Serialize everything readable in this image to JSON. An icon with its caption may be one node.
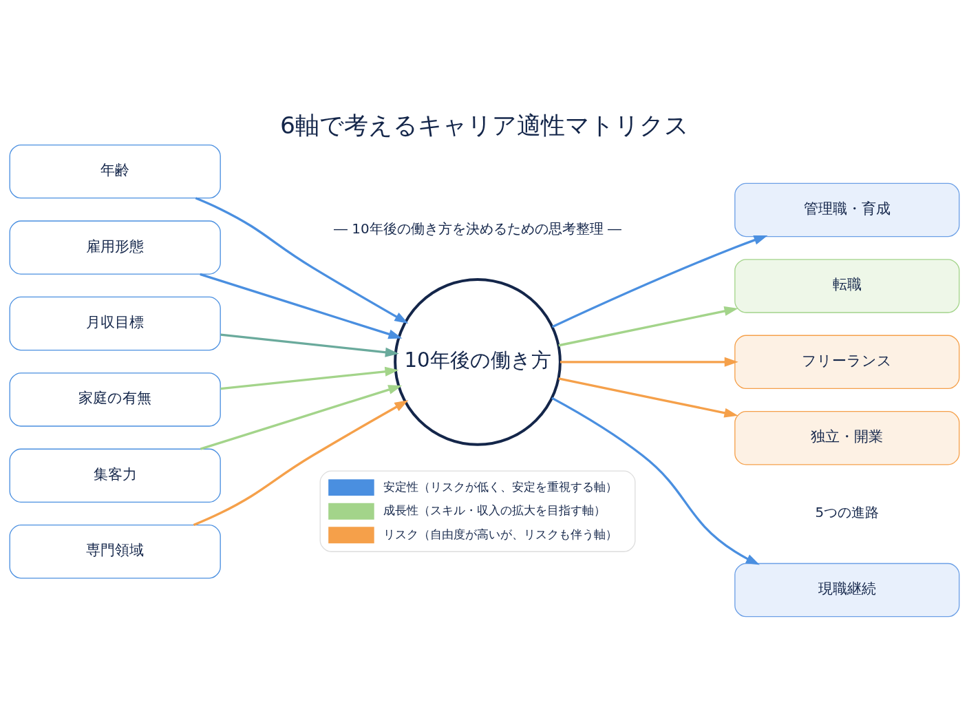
{
  "diagram": {
    "title": "6軸で考えるキャリア適性マトリクス",
    "nodes": [
      {
        "text": [
          "年齢"
        ]
      },
      {
        "text": [
          "雇用形態"
        ]
      },
      {
        "text": [
          "月収目標"
        ]
      },
      {
        "text": [
          "家庭の有無"
        ]
      },
      {
        "text": [
          "集客力"
        ]
      },
      {
        "text": [
          "専門領域"
        ]
      },
      {
        "text": [
          "10年後の働き方"
        ]
      },
      {
        "text": [
          "現職継続"
        ]
      },
      {
        "text": [
          "管理職・育成"
        ]
      },
      {
        "text": [
          "転職"
        ]
      },
      {
        "text": [
          "フリーランス"
        ]
      },
      {
        "text": [
          "独立・開業"
        ]
      }
    ],
    "edges": [
      {
        "from": 0,
        "to": 6,
        "arrow": "to",
        "color": "#4a8fe0"
      },
      {
        "from": 1,
        "to": 6,
        "arrow": "to",
        "color": "#4a8fe0"
      },
      {
        "from": 2,
        "to": 6,
        "arrow": "to",
        "color": "#6aaa9c"
      },
      {
        "from": 3,
        "to": 6,
        "arrow": "to",
        "color": "#a3d48a"
      },
      {
        "from": 4,
        "to": 6,
        "arrow": "to",
        "color": "#a3d48a"
      },
      {
        "from": 5,
        "to": 6,
        "arrow": "to",
        "color": "#f5a04a"
      },
      {
        "from": 6,
        "to": 7,
        "arrow": "to",
        "color": "#4a8fe0"
      },
      {
        "from": 6,
        "to": 8,
        "arrow": "to",
        "color": "#4a8fe0"
      },
      {
        "from": 6,
        "to": 9,
        "arrow": "to",
        "color": "#a3d48a"
      },
      {
        "from": 6,
        "to": 10,
        "arrow": "to",
        "color": "#f5a04a"
      },
      {
        "from": 6,
        "to": 11,
        "arrow": "to",
        "color": "#f5a04a"
      }
    ],
    "labels": [
      "― 10年後の働き方を決めるための思考整理 ―",
      "5つの進路"
    ],
    "legend": [
      {
        "text": "安定性（リスクが低く、安定を重視する軸）",
        "color": "#4a8fe0"
      },
      {
        "text": "成長性（スキル・収入の拡大を目指す軸）",
        "color": "#a3d48a"
      },
      {
        "text": "リスク（自由度が高いが、リスクも伴う軸）",
        "color": "#f5a04a"
      }
    ]
  }
}
